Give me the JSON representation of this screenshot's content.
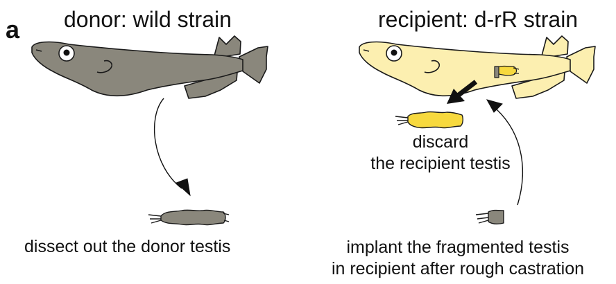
{
  "panel": {
    "letter": "a",
    "donor_title": "donor: wild strain",
    "recipient_title": "recipient: d-rR strain"
  },
  "steps": {
    "dissect": "dissect out the donor testis",
    "discard_line1": "discard",
    "discard_line2": "the recipient testis",
    "implant_line1": "implant the fragmented testis",
    "implant_line2": "in recipient after rough castration"
  },
  "colors": {
    "donor_fish": "#8a877c",
    "recipient_fish": "#fcefb0",
    "recipient_testis": "#f7d93e",
    "outline": "#1a1a1a"
  },
  "icons": {
    "donor": "fish-gray",
    "recipient": "fish-pale-yellow",
    "arrow": "curved-arrow"
  }
}
